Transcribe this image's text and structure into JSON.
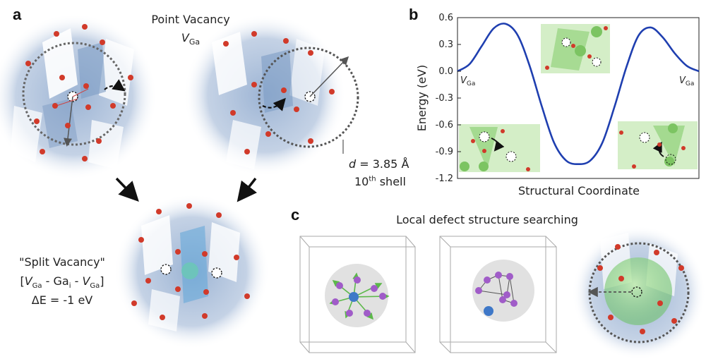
{
  "panel_a": {
    "letter": "a",
    "title": "Point Vacancy",
    "vacancy_symbol": "V",
    "vacancy_sub": "Ga",
    "distance_prefix": "d",
    "distance_value": " = 3.85 Å",
    "shell_num": "10",
    "shell_sup": "th",
    "shell_word": " shell",
    "split_title": "\"Split Vacancy\"",
    "split_formula_open": "[",
    "split_v1": "V",
    "split_v1_sub": "Ga",
    "split_dash1": " - Ga",
    "split_gai_sub": "i",
    "split_dash2": " - ",
    "split_v2": "V",
    "split_v2_sub": "Ga",
    "split_formula_close": "]",
    "delta_e": "ΔE = -1 eV"
  },
  "panel_b": {
    "letter": "b",
    "left_label": "V",
    "left_label_sub": "Ga",
    "right_label": "V",
    "right_label_sub": "Ga"
  },
  "panel_c": {
    "letter": "c",
    "title": "Local defect structure searching"
  },
  "colors": {
    "curve": "#1f3fb0",
    "oxygen": "#d13a2a",
    "polyhedron_blue": "#7d9cc4",
    "polyhedron_green": "#8fd17a",
    "ga_green": "#7cc462",
    "ga_teal": "#6cc6b8",
    "atom_purple": "#a05cc8",
    "atom_blue": "#3f78c8",
    "arrow_green": "#5cb84a"
  },
  "chart_data": {
    "type": "line",
    "title": "",
    "xlabel": "Structural Coordinate",
    "ylabel": "Energy (eV)",
    "ylim": [
      -1.2,
      0.6
    ],
    "yticks": [
      "0.6",
      "0.3",
      "0.0",
      "-0.3",
      "-0.6",
      "-0.9",
      "-1.2"
    ],
    "ytick_values": [
      0.6,
      0.3,
      0.0,
      -0.3,
      -0.6,
      -0.9,
      -1.2
    ],
    "xlim": [
      0,
      1
    ],
    "grid": false,
    "legend": "none",
    "series": [
      {
        "x": [
          0.0,
          0.05,
          0.1,
          0.15,
          0.2,
          0.25,
          0.3,
          0.35,
          0.4,
          0.45,
          0.5,
          0.55,
          0.6,
          0.65,
          0.7,
          0.75,
          0.8,
          0.85,
          0.9,
          0.95,
          1.0
        ],
        "values": [
          0.0,
          0.08,
          0.28,
          0.48,
          0.53,
          0.4,
          0.05,
          -0.4,
          -0.8,
          -1.0,
          -1.04,
          -1.0,
          -0.8,
          -0.4,
          0.05,
          0.4,
          0.49,
          0.38,
          0.2,
          0.06,
          0.0
        ]
      }
    ]
  }
}
